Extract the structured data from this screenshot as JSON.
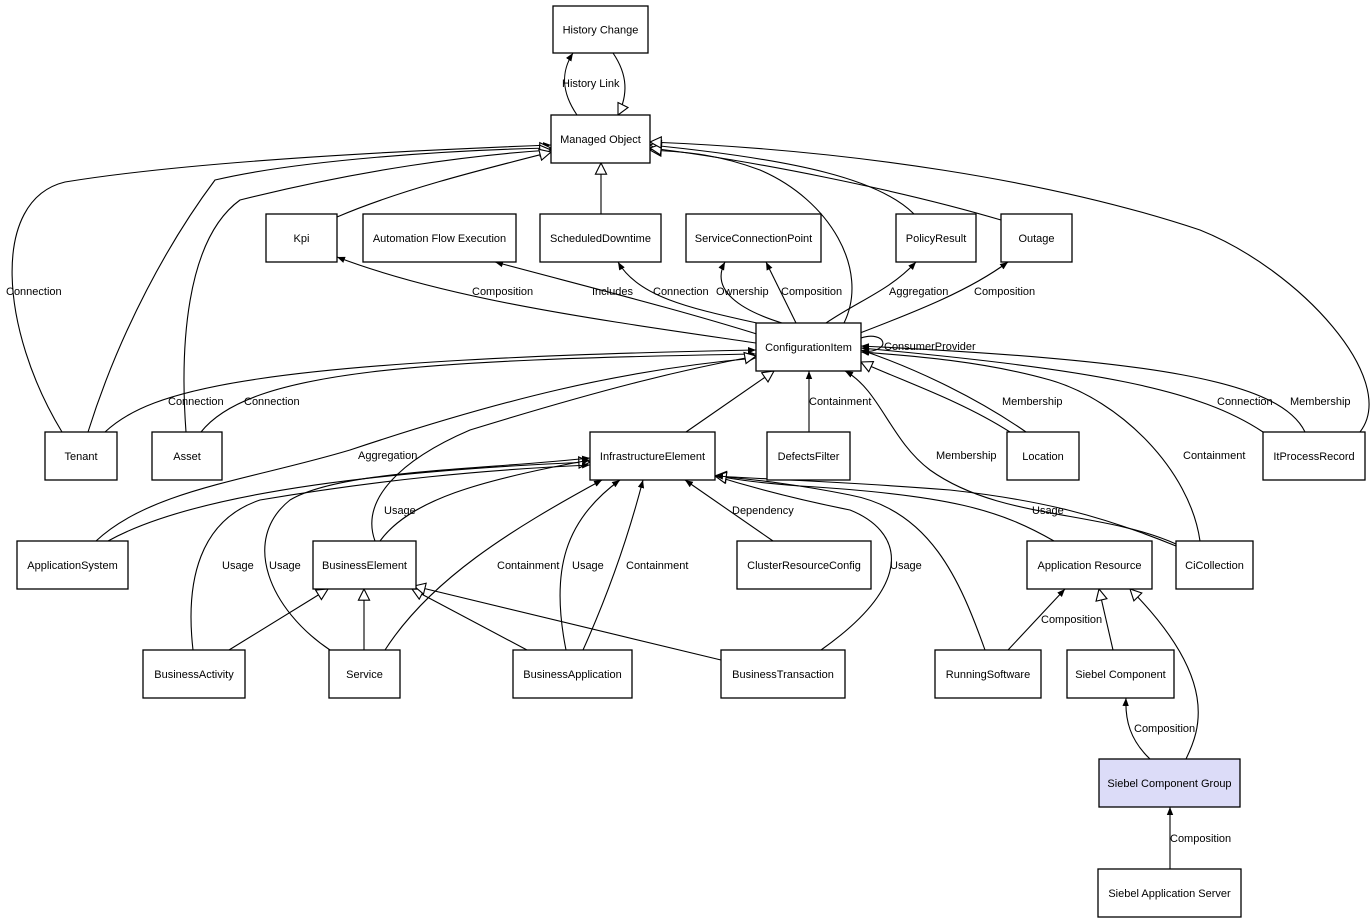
{
  "diagram": {
    "type": "class-relationship-graph",
    "highlight_color": "#dcdcf8",
    "node_color": "#ffffff",
    "nodes": [
      {
        "id": "history_change",
        "label": "History Change"
      },
      {
        "id": "managed_object",
        "label": "Managed Object"
      },
      {
        "id": "kpi",
        "label": "Kpi"
      },
      {
        "id": "automation_flow_execution",
        "label": "Automation Flow Execution"
      },
      {
        "id": "scheduled_downtime",
        "label": "ScheduledDowntime"
      },
      {
        "id": "service_connection_point",
        "label": "ServiceConnectionPoint"
      },
      {
        "id": "policy_result",
        "label": "PolicyResult"
      },
      {
        "id": "outage",
        "label": "Outage"
      },
      {
        "id": "configuration_item",
        "label": "ConfigurationItem"
      },
      {
        "id": "tenant",
        "label": "Tenant"
      },
      {
        "id": "asset",
        "label": "Asset"
      },
      {
        "id": "infrastructure_element",
        "label": "InfrastructureElement"
      },
      {
        "id": "defects_filter",
        "label": "DefectsFilter"
      },
      {
        "id": "location",
        "label": "Location"
      },
      {
        "id": "it_process_record",
        "label": "ItProcessRecord"
      },
      {
        "id": "application_system",
        "label": "ApplicationSystem"
      },
      {
        "id": "business_element",
        "label": "BusinessElement"
      },
      {
        "id": "cluster_resource_config",
        "label": "ClusterResourceConfig"
      },
      {
        "id": "application_resource",
        "label": "Application Resource"
      },
      {
        "id": "ci_collection",
        "label": "CiCollection"
      },
      {
        "id": "business_activity",
        "label": "BusinessActivity"
      },
      {
        "id": "service",
        "label": "Service"
      },
      {
        "id": "business_application",
        "label": "BusinessApplication"
      },
      {
        "id": "business_transaction",
        "label": "BusinessTransaction"
      },
      {
        "id": "running_software",
        "label": "RunningSoftware"
      },
      {
        "id": "siebel_component",
        "label": "Siebel Component"
      },
      {
        "id": "siebel_component_group",
        "label": "Siebel Component Group",
        "highlighted": true
      },
      {
        "id": "siebel_application_server",
        "label": "Siebel Application Server"
      }
    ],
    "edges": [
      {
        "from": "managed_object",
        "to": "history_change",
        "label": "History Link",
        "kind": "association"
      },
      {
        "from": "history_change",
        "to": "managed_object",
        "label": "",
        "kind": "inheritance"
      },
      {
        "from": "scheduled_downtime",
        "to": "managed_object",
        "label": "",
        "kind": "inheritance"
      },
      {
        "from": "tenant",
        "to": "managed_object",
        "label": "Connection",
        "kind": "association"
      },
      {
        "from": "tenant",
        "to": "managed_object",
        "label": "",
        "kind": "inheritance"
      },
      {
        "from": "asset",
        "to": "managed_object",
        "label": "",
        "kind": "inheritance"
      },
      {
        "from": "kpi",
        "to": "managed_object",
        "label": "",
        "kind": "inheritance"
      },
      {
        "from": "configuration_item",
        "to": "managed_object",
        "label": "",
        "kind": "inheritance"
      },
      {
        "from": "policy_result",
        "to": "managed_object",
        "label": "",
        "kind": "inheritance"
      },
      {
        "from": "outage",
        "to": "managed_object",
        "label": "",
        "kind": "inheritance"
      },
      {
        "from": "it_process_record",
        "to": "managed_object",
        "label": "",
        "kind": "inheritance"
      },
      {
        "from": "configuration_item",
        "to": "kpi",
        "label": "Composition",
        "kind": "association"
      },
      {
        "from": "configuration_item",
        "to": "automation_flow_execution",
        "label": "Includes",
        "kind": "association"
      },
      {
        "from": "configuration_item",
        "to": "scheduled_downtime",
        "label": "Connection",
        "kind": "association"
      },
      {
        "from": "configuration_item",
        "to": "service_connection_point",
        "label": "Ownership",
        "kind": "association"
      },
      {
        "from": "configuration_item",
        "to": "service_connection_point",
        "label": "Composition",
        "kind": "association"
      },
      {
        "from": "configuration_item",
        "to": "policy_result",
        "label": "Aggregation",
        "kind": "association"
      },
      {
        "from": "configuration_item",
        "to": "outage",
        "label": "Composition",
        "kind": "association"
      },
      {
        "from": "configuration_item",
        "to": "configuration_item",
        "label": "ConsumerProvider",
        "kind": "association"
      },
      {
        "from": "tenant",
        "to": "configuration_item",
        "label": "Connection",
        "kind": "association"
      },
      {
        "from": "asset",
        "to": "configuration_item",
        "label": "Connection",
        "kind": "association"
      },
      {
        "from": "application_system",
        "to": "configuration_item",
        "label": "Aggregation",
        "kind": "association"
      },
      {
        "from": "infrastructure_element",
        "to": "configuration_item",
        "label": "",
        "kind": "inheritance"
      },
      {
        "from": "defects_filter",
        "to": "configuration_item",
        "label": "Containment",
        "kind": "association"
      },
      {
        "from": "business_element",
        "to": "configuration_item",
        "label": "",
        "kind": "inheritance"
      },
      {
        "from": "location",
        "to": "configuration_item",
        "label": "Membership",
        "kind": "association"
      },
      {
        "from": "location",
        "to": "configuration_item",
        "label": "",
        "kind": "inheritance"
      },
      {
        "from": "ci_collection",
        "to": "configuration_item",
        "label": "Membership",
        "kind": "association"
      },
      {
        "from": "ci_collection",
        "to": "configuration_item",
        "label": "Containment",
        "kind": "association"
      },
      {
        "from": "it_process_record",
        "to": "configuration_item",
        "label": "Connection",
        "kind": "association"
      },
      {
        "from": "it_process_record",
        "to": "configuration_item",
        "label": "Membership",
        "kind": "association"
      },
      {
        "from": "application_system",
        "to": "infrastructure_element",
        "label": "",
        "kind": "inheritance"
      },
      {
        "from": "business_element",
        "to": "infrastructure_element",
        "label": "Usage",
        "kind": "association"
      },
      {
        "from": "business_activity",
        "to": "infrastructure_element",
        "label": "Usage",
        "kind": "association"
      },
      {
        "from": "service",
        "to": "infrastructure_element",
        "label": "Usage",
        "kind": "association"
      },
      {
        "from": "service",
        "to": "infrastructure_element",
        "label": "Containment",
        "kind": "association"
      },
      {
        "from": "business_application",
        "to": "infrastructure_element",
        "label": "Usage",
        "kind": "association"
      },
      {
        "from": "business_application",
        "to": "infrastructure_element",
        "label": "Containment",
        "kind": "association"
      },
      {
        "from": "cluster_resource_config",
        "to": "infrastructure_element",
        "label": "Dependency",
        "kind": "association"
      },
      {
        "from": "business_transaction",
        "to": "infrastructure_element",
        "label": "Usage",
        "kind": "association"
      },
      {
        "from": "running_software",
        "to": "infrastructure_element",
        "label": "",
        "kind": "inheritance"
      },
      {
        "from": "application_resource",
        "to": "infrastructure_element",
        "label": "",
        "kind": "inheritance"
      },
      {
        "from": "ci_collection",
        "to": "infrastructure_element",
        "label": "Usage",
        "kind": "association"
      },
      {
        "from": "business_activity",
        "to": "business_element",
        "label": "",
        "kind": "inheritance"
      },
      {
        "from": "service",
        "to": "business_element",
        "label": "",
        "kind": "inheritance"
      },
      {
        "from": "business_application",
        "to": "business_element",
        "label": "",
        "kind": "inheritance"
      },
      {
        "from": "business_transaction",
        "to": "business_element",
        "label": "",
        "kind": "inheritance"
      },
      {
        "from": "running_software",
        "to": "application_resource",
        "label": "Composition",
        "kind": "association"
      },
      {
        "from": "siebel_component",
        "to": "application_resource",
        "label": "",
        "kind": "inheritance"
      },
      {
        "from": "siebel_component_group",
        "to": "application_resource",
        "label": "",
        "kind": "inheritance"
      },
      {
        "from": "siebel_component_group",
        "to": "siebel_component",
        "label": "Composition",
        "kind": "association"
      },
      {
        "from": "siebel_application_server",
        "to": "siebel_component_group",
        "label": "Composition",
        "kind": "association"
      }
    ]
  }
}
